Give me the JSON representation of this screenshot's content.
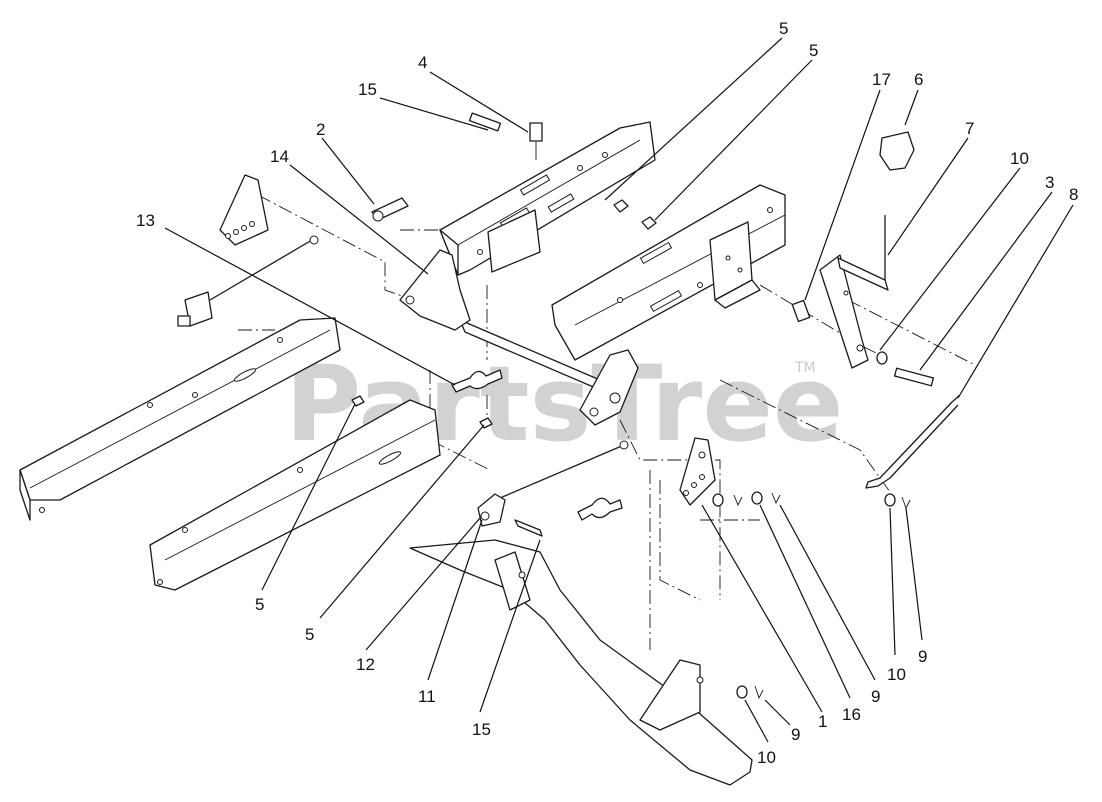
{
  "watermark": {
    "text": "PartsTree",
    "trademark": "TM"
  },
  "callouts": [
    {
      "id": "c1",
      "label": "5"
    },
    {
      "id": "c2",
      "label": "5"
    },
    {
      "id": "c3",
      "label": "4"
    },
    {
      "id": "c4",
      "label": "15"
    },
    {
      "id": "c5",
      "label": "2"
    },
    {
      "id": "c6",
      "label": "14"
    },
    {
      "id": "c7",
      "label": "13"
    },
    {
      "id": "c8",
      "label": "17"
    },
    {
      "id": "c9",
      "label": "6"
    },
    {
      "id": "c10",
      "label": "7"
    },
    {
      "id": "c11",
      "label": "10"
    },
    {
      "id": "c12",
      "label": "3"
    },
    {
      "id": "c13",
      "label": "8"
    },
    {
      "id": "c14",
      "label": "5"
    },
    {
      "id": "c15",
      "label": "5"
    },
    {
      "id": "c16",
      "label": "12"
    },
    {
      "id": "c17",
      "label": "11"
    },
    {
      "id": "c18",
      "label": "15"
    },
    {
      "id": "c19",
      "label": "10"
    },
    {
      "id": "c20",
      "label": "9"
    },
    {
      "id": "c21",
      "label": "1"
    },
    {
      "id": "c22",
      "label": "16"
    },
    {
      "id": "c23",
      "label": "9"
    },
    {
      "id": "c24",
      "label": "10"
    },
    {
      "id": "c25",
      "label": "9"
    }
  ]
}
